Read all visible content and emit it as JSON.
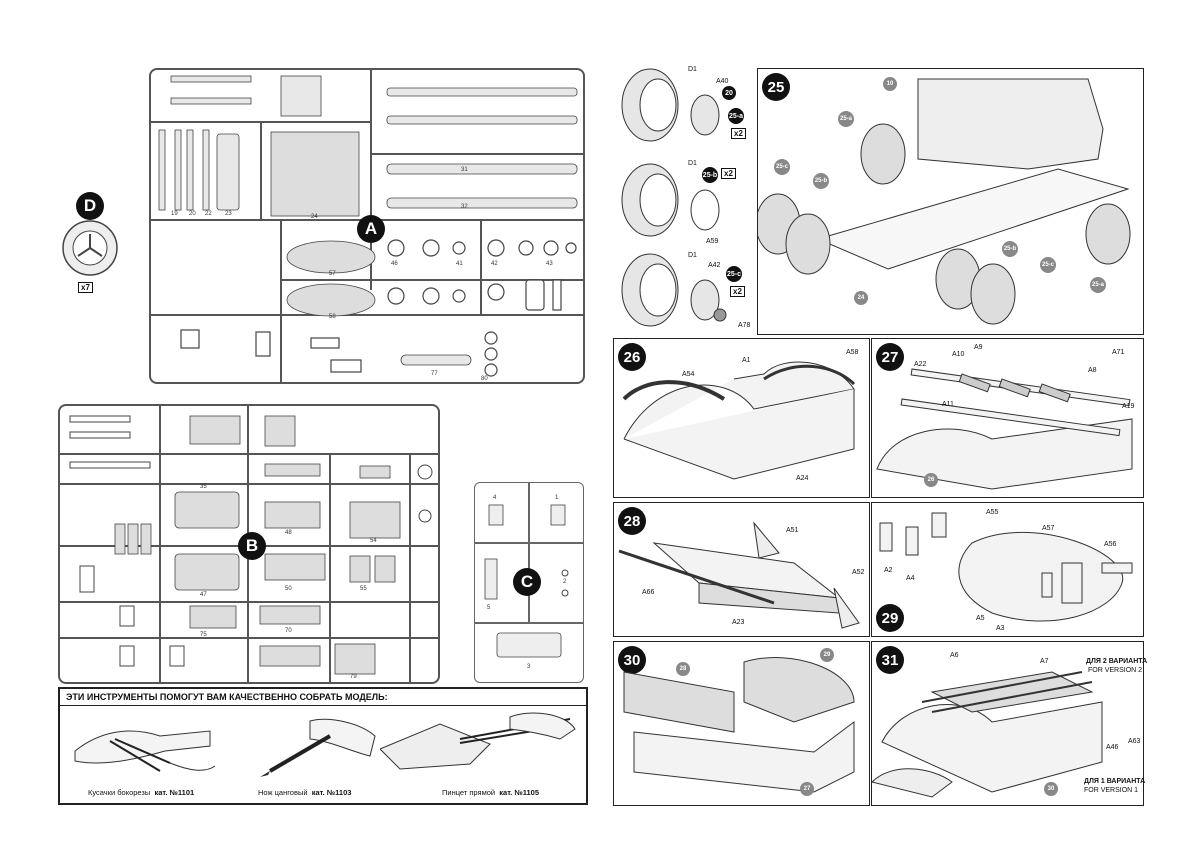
{
  "sprues": {
    "a": {
      "letter": "A"
    },
    "b": {
      "letter": "B"
    },
    "c": {
      "letter": "C"
    },
    "d": {
      "letter": "D",
      "multiplier": "x7"
    }
  },
  "tools": {
    "heading": "ЭТИ ИНСТРУМЕНТЫ ПОМОГУТ ВАМ КАЧЕСТВЕННО СОБРАТЬ МОДЕЛЬ:",
    "items": [
      {
        "name": "Кусачки бокорезы",
        "catalog": "кат. №1101"
      },
      {
        "name": "Нож цанговый",
        "catalog": "кат. №1103"
      },
      {
        "name": "Пинцет прямой",
        "catalog": "кат. №1105"
      }
    ]
  },
  "wheels": {
    "row1": {
      "tire": "D1",
      "hub": "A40",
      "badge": "25-a",
      "arrow": "20",
      "mult": "x2"
    },
    "row2": {
      "tire": "D1",
      "hub": "A59",
      "badge": "25-b",
      "mult": "x2"
    },
    "row3": {
      "tire": "D1",
      "hub": "A42",
      "badge": "25-c",
      "mult": "x2",
      "cap": "A78"
    }
  },
  "steps": {
    "s25": {
      "num": "25",
      "labels": [
        "10",
        "25-a",
        "25-c",
        "25-b",
        "24",
        "25-b",
        "25-c",
        "25-a"
      ]
    },
    "s26": {
      "num": "26",
      "labels": [
        "A54",
        "A1",
        "A58",
        "A24"
      ]
    },
    "s27": {
      "num": "27",
      "labels": [
        "A22",
        "A10",
        "A9",
        "A71",
        "A8",
        "A11",
        "A19",
        "26"
      ]
    },
    "s28": {
      "num": "28",
      "labels": [
        "A51",
        "A66",
        "A52",
        "A23"
      ]
    },
    "s29": {
      "num": "29",
      "labels": [
        "A55",
        "A57",
        "A56",
        "A2",
        "A4",
        "A5",
        "A3"
      ]
    },
    "s30": {
      "num": "30",
      "labels": [
        "28",
        "29",
        "27"
      ]
    },
    "s31": {
      "num": "31",
      "labels": [
        "A6",
        "A7",
        "A46",
        "A63",
        "30"
      ],
      "v2_ru": "ДЛЯ 2 ВАРИАНТА",
      "v2_en": "FOR VERSION 2",
      "v1_ru": "ДЛЯ 1 ВАРИАНТА",
      "v1_en": "FOR VERSION 1"
    }
  }
}
